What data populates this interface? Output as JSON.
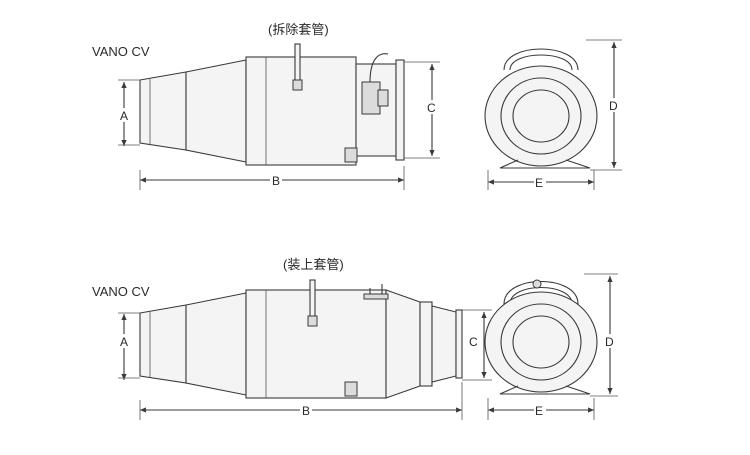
{
  "diagrams": [
    {
      "model": "VANO CV",
      "caption": "(拆除套管)",
      "dims": {
        "a": "A",
        "b": "B",
        "c": "C",
        "d": "D",
        "e": "E"
      }
    },
    {
      "model": "VANO CV",
      "caption": "(装上套管)",
      "dims": {
        "a": "A",
        "b": "B",
        "c": "C",
        "d": "D",
        "e": "E"
      }
    }
  ]
}
